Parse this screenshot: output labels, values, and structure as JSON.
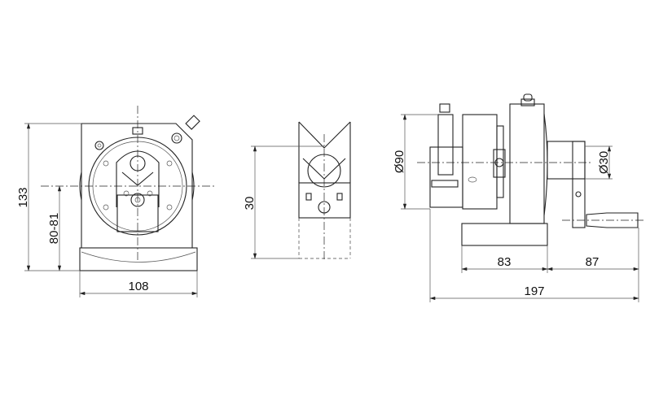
{
  "dimensions": {
    "front_height": "133",
    "front_center_height": "80-81",
    "front_width": "108",
    "vblock_height": "30",
    "disk_diameter": "Ø90",
    "hub_diameter": "Ø30",
    "base_length": "83",
    "crank_length": "87",
    "total_length": "197"
  },
  "colors": {
    "line": "#222222",
    "background": "#ffffff"
  }
}
